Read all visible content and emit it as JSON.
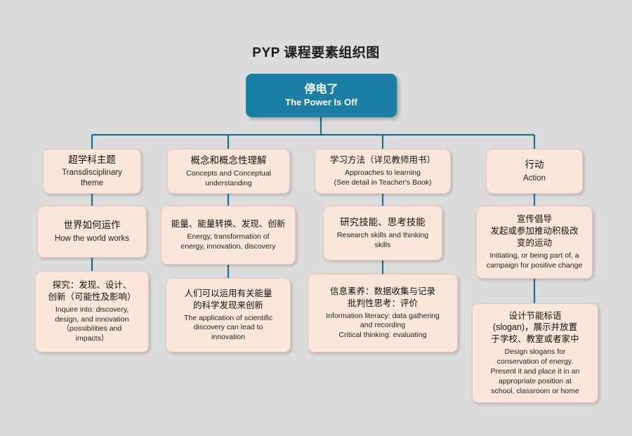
{
  "title": "PYP 课程要素组织图",
  "colors": {
    "background": "#dcdcdc",
    "root_fill": "#1b7ea3",
    "node_fill": "#fbe6dc",
    "node_border": "#e8c8b6",
    "line": "#1b6f8f",
    "title_text": "#1a1a1a"
  },
  "root": {
    "cn": "停电了",
    "en": "The Power Is Off"
  },
  "columns": [
    {
      "id": "column-1",
      "nodes": [
        {
          "id": "node-transdisciplinary-theme",
          "cn": "超学科主题",
          "en": "Transdisciplinary\ntheme"
        },
        {
          "id": "node-how-world-works",
          "cn": "世界如何运作",
          "en": "How the world works"
        },
        {
          "id": "node-inquire-into",
          "cn": "探究：发现、设计、\n创新（可能性及影响）",
          "en": "Inquire into: discovery,\ndesign, and innovation\n（possibilities and\nimpacts）"
        }
      ]
    },
    {
      "id": "column-2",
      "nodes": [
        {
          "id": "node-concepts",
          "cn": "概念和概念性理解",
          "en": "Concepts and Conceptual\nunderstanding"
        },
        {
          "id": "node-energy",
          "cn": "能量、能量转换、发现、创新",
          "en": "Energy, transformation of\nenergy, innovation, discovery"
        },
        {
          "id": "node-scientific-discovery",
          "cn": "人们可以运用有关能量\n的科学发现来创新",
          "en": "The application of scientific\ndiscovery can lead to\ninnovation"
        }
      ]
    },
    {
      "id": "column-3",
      "nodes": [
        {
          "id": "node-approaches-to-learning",
          "cn": "学习方法（详见教师用书）",
          "en": "Approaches to learning\n(See detail in Teacher's Book)"
        },
        {
          "id": "node-research-thinking-skills",
          "cn": "研究技能、思考技能",
          "en": "Research skills and thinking\nskills"
        },
        {
          "id": "node-information-literacy",
          "cn": "信息素养：数据收集与记录\n批判性思考：评价",
          "en": "Information literacy:  data gathering\nand recording\nCritical thinking: evaluating"
        }
      ]
    },
    {
      "id": "column-4",
      "nodes": [
        {
          "id": "node-action",
          "cn": "行动",
          "en": "Action"
        },
        {
          "id": "node-advocacy",
          "cn": "宣传倡导\n发起或参加推动积极改\n变的运动",
          "en": "Initiating, or being part of, a\ncampaign for positive change"
        },
        {
          "id": "node-design-slogans",
          "cn": "设计节能标语\n(slogan)，展示并放置\n于学校、教室或者家中",
          "en": "Design  slogans for\nconservation of energy.\nPresent it and place it in an\nappropriate position at\nschool, classroom or home"
        }
      ]
    }
  ]
}
